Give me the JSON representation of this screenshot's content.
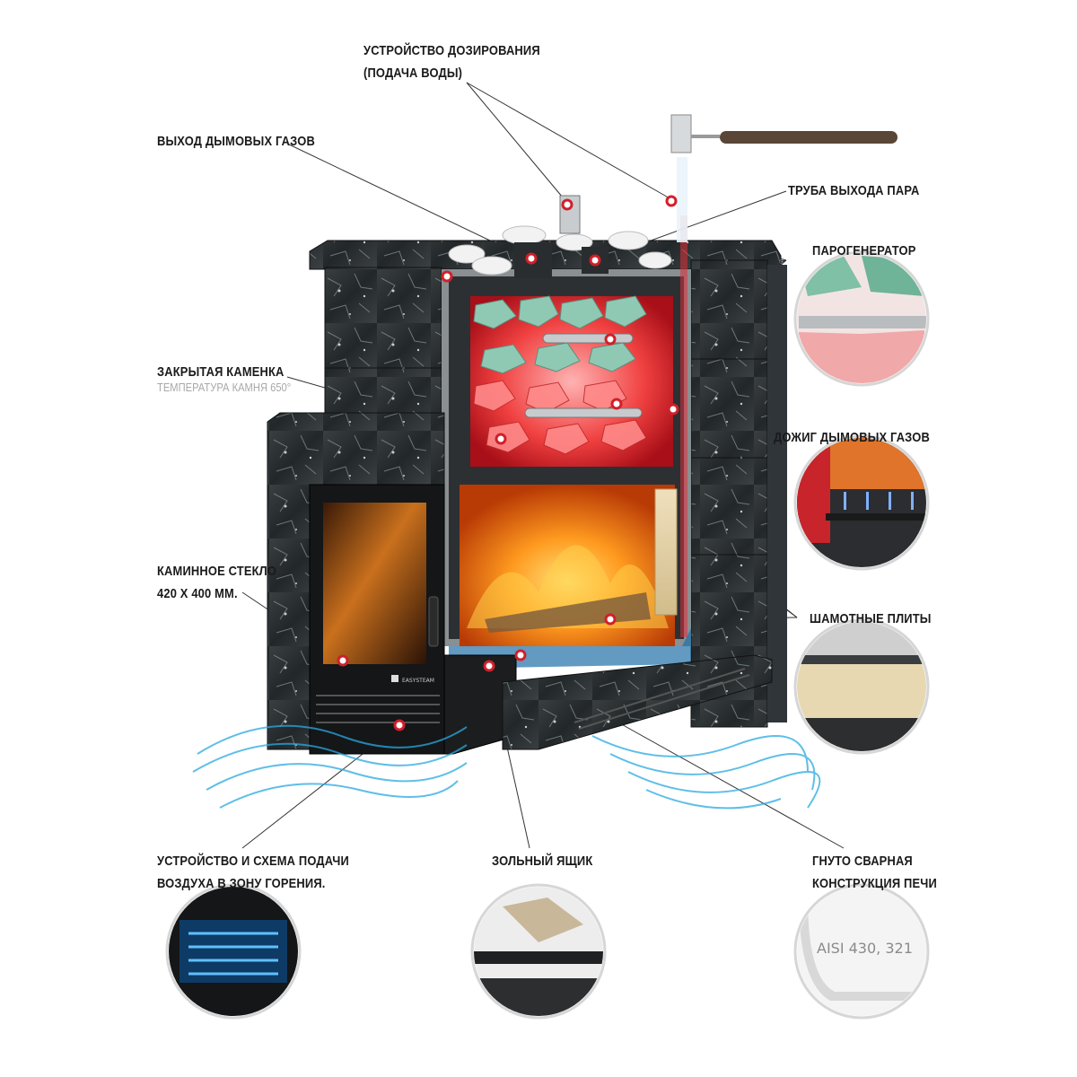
{
  "labels": {
    "dosing": [
      "УСТРОЙСТВО ДОЗИРОВАНИЯ",
      "(ПОДАЧА ВОДЫ)"
    ],
    "smoke_exit": "ВЫХОД ДЫМОВЫХ ГАЗОВ",
    "steam_pipe": "ТРУБА ВЫХОДА ПАРА",
    "steam_generator": "ПАРОГЕНЕРАТОР",
    "closed_heater": "ЗАКРЫТАЯ КАМЕНКА",
    "closed_heater_sub": "ТЕМПЕРАТУРА КАМНЯ 650°",
    "afterburn": "ДОЖИГ ДЫМОВЫХ ГАЗОВ",
    "glass": [
      "КАМИННОЕ СТЕКЛО",
      "420 X 400 ММ."
    ],
    "chamotte": "ШАМОТНЫЕ ПЛИТЫ",
    "air_supply": [
      "УСТРОЙСТВО И СХЕМА ПОДАЧИ",
      "ВОЗДУХА В ЗОНУ ГОРЕНИЯ."
    ],
    "ash_box": "ЗОЛЬНЫЙ ЯЩИК",
    "welded": [
      "ГНУТО СВАРНАЯ",
      "КОНСТРУКЦИЯ ПЕЧИ"
    ],
    "steel_grades": "AISI 430, 321",
    "door_brand": "EASYSTEAM"
  },
  "colors": {
    "stone_dark": "#2b2f30",
    "fire": "#ff7a1a",
    "hot_stones": "#e8242c",
    "air_blue": "#2aa9e0",
    "marker_red": "#d0202a"
  }
}
